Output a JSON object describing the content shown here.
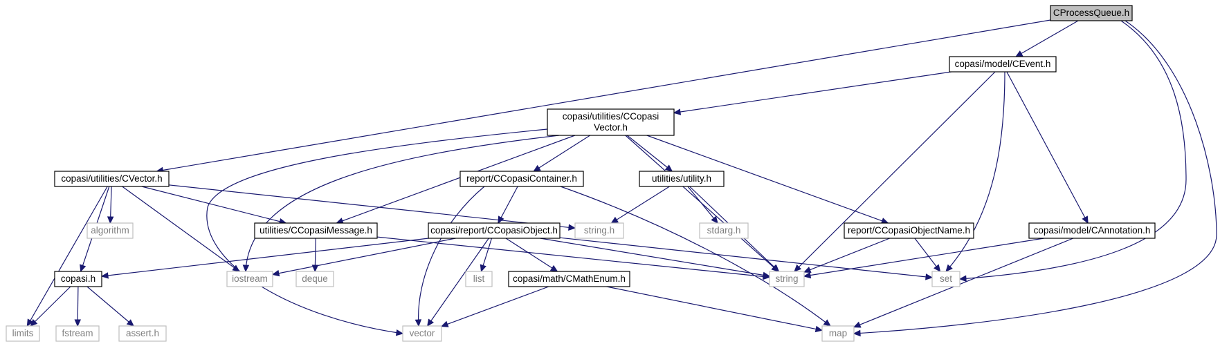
{
  "diagram": {
    "colors": {
      "edge": "#191970",
      "node_border": "#000000",
      "node_fill": "#ffffff",
      "external_border": "#bfbfbf",
      "external_text": "#7f7f7f",
      "root_fill": "#bfbfbf",
      "text": "#000000"
    },
    "nodes": [
      {
        "id": "root",
        "lines": [
          "CProcessQueue.h"
        ],
        "kind": "root"
      },
      {
        "id": "cevent",
        "lines": [
          "copasi/model/CEvent.h"
        ],
        "kind": "local"
      },
      {
        "id": "ccopasivector",
        "lines": [
          "copasi/utilities/CCopasi",
          "Vector.h"
        ],
        "kind": "local"
      },
      {
        "id": "cvector",
        "lines": [
          "copasi/utilities/CVector.h"
        ],
        "kind": "local"
      },
      {
        "id": "ccontainer",
        "lines": [
          "report/CCopasiContainer.h"
        ],
        "kind": "local"
      },
      {
        "id": "utility",
        "lines": [
          "utilities/utility.h"
        ],
        "kind": "local"
      },
      {
        "id": "algorithm",
        "lines": [
          "algorithm"
        ],
        "kind": "external"
      },
      {
        "id": "ccopasimessage",
        "lines": [
          "utilities/CCopasiMessage.h"
        ],
        "kind": "local"
      },
      {
        "id": "stringh",
        "lines": [
          "string.h"
        ],
        "kind": "external"
      },
      {
        "id": "ccopasiobject",
        "lines": [
          "copasi/report/CCopasiObject.h"
        ],
        "kind": "local"
      },
      {
        "id": "stdarg",
        "lines": [
          "stdarg.h"
        ],
        "kind": "external"
      },
      {
        "id": "cobjectname",
        "lines": [
          "report/CCopasiObjectName.h"
        ],
        "kind": "local"
      },
      {
        "id": "cannotation",
        "lines": [
          "copasi/model/CAnnotation.h"
        ],
        "kind": "local"
      },
      {
        "id": "copasih",
        "lines": [
          "copasi.h"
        ],
        "kind": "local"
      },
      {
        "id": "iostream",
        "lines": [
          "iostream"
        ],
        "kind": "external"
      },
      {
        "id": "deque",
        "lines": [
          "deque"
        ],
        "kind": "external"
      },
      {
        "id": "list",
        "lines": [
          "list"
        ],
        "kind": "external"
      },
      {
        "id": "cmathenum",
        "lines": [
          "copasi/math/CMathEnum.h"
        ],
        "kind": "local"
      },
      {
        "id": "string",
        "lines": [
          "string"
        ],
        "kind": "external"
      },
      {
        "id": "set",
        "lines": [
          "set"
        ],
        "kind": "external"
      },
      {
        "id": "limits",
        "lines": [
          "limits"
        ],
        "kind": "external"
      },
      {
        "id": "fstream",
        "lines": [
          "fstream"
        ],
        "kind": "external"
      },
      {
        "id": "asserth",
        "lines": [
          "assert.h"
        ],
        "kind": "external"
      },
      {
        "id": "vector",
        "lines": [
          "vector"
        ],
        "kind": "external"
      },
      {
        "id": "map",
        "lines": [
          "map"
        ],
        "kind": "external"
      }
    ],
    "edges": [
      {
        "from": "root",
        "to": "cevent"
      },
      {
        "from": "root",
        "to": "cvector"
      },
      {
        "from": "root",
        "to": "set"
      },
      {
        "from": "root",
        "to": "map"
      },
      {
        "from": "cevent",
        "to": "ccopasivector"
      },
      {
        "from": "cevent",
        "to": "string"
      },
      {
        "from": "cevent",
        "to": "set"
      },
      {
        "from": "cevent",
        "to": "cannotation"
      },
      {
        "from": "ccopasivector",
        "to": "ccontainer"
      },
      {
        "from": "ccopasivector",
        "to": "utility"
      },
      {
        "from": "ccopasivector",
        "to": "cobjectname"
      },
      {
        "from": "ccopasivector",
        "to": "ccopasimessage"
      },
      {
        "from": "ccopasivector",
        "to": "iostream"
      },
      {
        "from": "ccopasivector",
        "to": "vector"
      },
      {
        "from": "ccopasivector",
        "to": "string"
      },
      {
        "from": "cvector",
        "to": "algorithm"
      },
      {
        "from": "cvector",
        "to": "ccopasimessage"
      },
      {
        "from": "cvector",
        "to": "stringh"
      },
      {
        "from": "cvector",
        "to": "copasih"
      },
      {
        "from": "cvector",
        "to": "iostream"
      },
      {
        "from": "cvector",
        "to": "limits"
      },
      {
        "from": "ccontainer",
        "to": "ccopasiobject"
      },
      {
        "from": "ccontainer",
        "to": "vector"
      },
      {
        "from": "ccontainer",
        "to": "map"
      },
      {
        "from": "utility",
        "to": "stringh"
      },
      {
        "from": "utility",
        "to": "stdarg"
      },
      {
        "from": "utility",
        "to": "string"
      },
      {
        "from": "ccopasimessage",
        "to": "deque"
      },
      {
        "from": "ccopasimessage",
        "to": "string"
      },
      {
        "from": "ccopasiobject",
        "to": "copasih"
      },
      {
        "from": "ccopasiobject",
        "to": "iostream"
      },
      {
        "from": "ccopasiobject",
        "to": "list"
      },
      {
        "from": "ccopasiobject",
        "to": "cmathenum"
      },
      {
        "from": "ccopasiobject",
        "to": "vector"
      },
      {
        "from": "ccopasiobject",
        "to": "string"
      },
      {
        "from": "ccopasiobject",
        "to": "set"
      },
      {
        "from": "cobjectname",
        "to": "string"
      },
      {
        "from": "cobjectname",
        "to": "set"
      },
      {
        "from": "cannotation",
        "to": "string"
      },
      {
        "from": "cannotation",
        "to": "map"
      },
      {
        "from": "copasih",
        "to": "limits"
      },
      {
        "from": "copasih",
        "to": "fstream"
      },
      {
        "from": "copasih",
        "to": "asserth"
      },
      {
        "from": "cmathenum",
        "to": "vector"
      },
      {
        "from": "cmathenum",
        "to": "map"
      }
    ]
  }
}
